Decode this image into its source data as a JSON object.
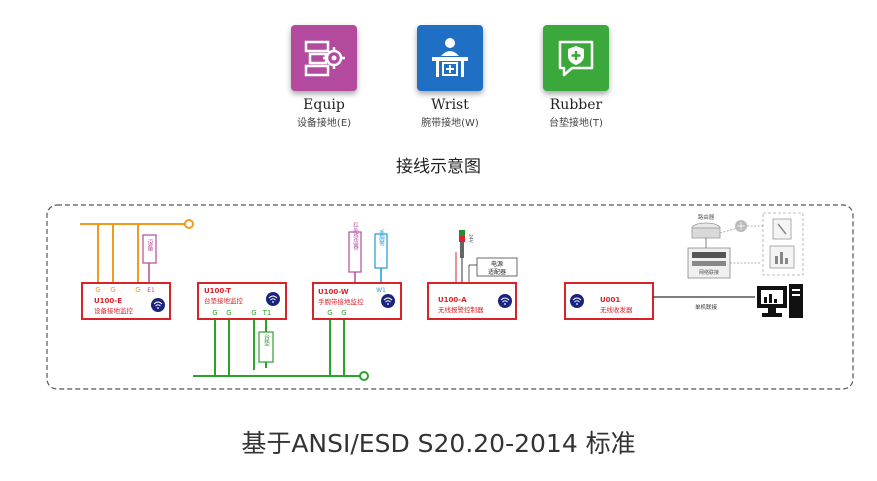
{
  "features": [
    {
      "en": "Equip",
      "cn": "设备接地(E)",
      "color": "#b44a9e",
      "icon": "equipment-gear-icon"
    },
    {
      "en": "Wrist",
      "cn": "腕带接地(W)",
      "color": "#1f6fc5",
      "icon": "workstation-person-icon"
    },
    {
      "en": "Rubber",
      "cn": "台垫接地(T)",
      "color": "#3aa83a",
      "icon": "shield-chat-icon"
    }
  ],
  "section_title": "接线示意图",
  "footer": "基于ANSI/ESD S20.20-2014 标准",
  "modules": {
    "e": {
      "model": "U100-E",
      "desc": "设备接地监控"
    },
    "t": {
      "model": "U100-T",
      "desc": "台垫接地监控"
    },
    "w": {
      "model": "U100-W",
      "desc": "手腕带接地监控"
    },
    "a": {
      "model": "U100-A",
      "desc": "无线报警控制器"
    },
    "r": {
      "model": "U001",
      "desc": "无线收发器"
    }
  },
  "terminals": {
    "g": "G",
    "e1": "E1",
    "t1": "T1",
    "w1": "W1"
  },
  "tags": {
    "equipment": "设备",
    "mat": "台垫",
    "infrared": "红外感应器",
    "wristband": "手腕带",
    "power": "电源",
    "adapter": "适配器",
    "voltage": "24V",
    "router": "路由器",
    "network": "网络联接",
    "single_link": "单机联接"
  },
  "colors": {
    "orange_line": "#f39a1e",
    "green_line": "#2aa32a",
    "module_border": "#d8232a",
    "dashed_border": "#555555"
  }
}
